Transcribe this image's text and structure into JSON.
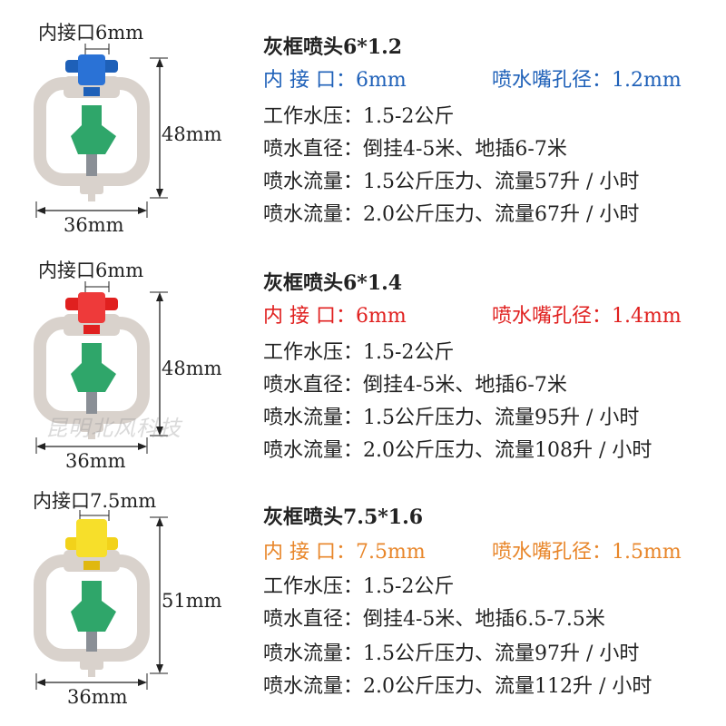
{
  "colors": {
    "blue": "#1e60b8",
    "red": "#e0201f",
    "orange": "#e8862a",
    "frame": "#d9d2cc",
    "green": "#2fa66a",
    "gray_stem": "#8a8f96"
  },
  "watermark": "昆明北风科技",
  "products": [
    {
      "fig": {
        "inner": "内接口6mm",
        "height": "48mm",
        "width": "36mm",
        "cap_color_name": "blue"
      },
      "title": "灰框喷头6*1.2",
      "spec_color": "#1e60b8",
      "inner_label": "内 接 口：",
      "inner_value": "6mm",
      "nozzle_label": "喷水嘴孔径：",
      "nozzle_value": "1.2mm",
      "lines": [
        "工作水压：1.5-2公斤",
        "喷水直径：倒挂4-5米、地插6-7米",
        "喷水流量：1.5公斤压力、流量57升 / 小时",
        "喷水流量：2.0公斤压力、流量67升 / 小时"
      ]
    },
    {
      "fig": {
        "inner": "内接口6mm",
        "height": "48mm",
        "width": "36mm",
        "cap_color_name": "red"
      },
      "title": "灰框喷头6*1.4",
      "spec_color": "#e0201f",
      "inner_label": "内 接 口：",
      "inner_value": "6mm",
      "nozzle_label": "喷水嘴孔径：",
      "nozzle_value": "1.4mm",
      "lines": [
        "工作水压：1.5-2公斤",
        "喷水直径：倒挂4-5米、地插6-7米",
        "喷水流量：1.5公斤压力、流量95升 / 小时",
        "喷水流量：2.0公斤压力、流量108升 / 小时"
      ]
    },
    {
      "fig": {
        "inner": "内接口7.5mm",
        "height": "51mm",
        "width": "36mm",
        "cap_color_name": "yellow"
      },
      "title": "灰框喷头7.5*1.6",
      "spec_color": "#e8862a",
      "inner_label": "内 接 口：",
      "inner_value": "7.5mm",
      "nozzle_label": "喷水嘴孔径：",
      "nozzle_value": "1.5mm",
      "lines": [
        "工作水压：1.5-2公斤",
        "喷水直径：倒挂4-5米、地插6.5-7.5米",
        "喷水流量：1.5公斤压力、流量97升 / 小时",
        "喷水流量：2.0公斤压力、流量112升 / 小时"
      ]
    }
  ]
}
